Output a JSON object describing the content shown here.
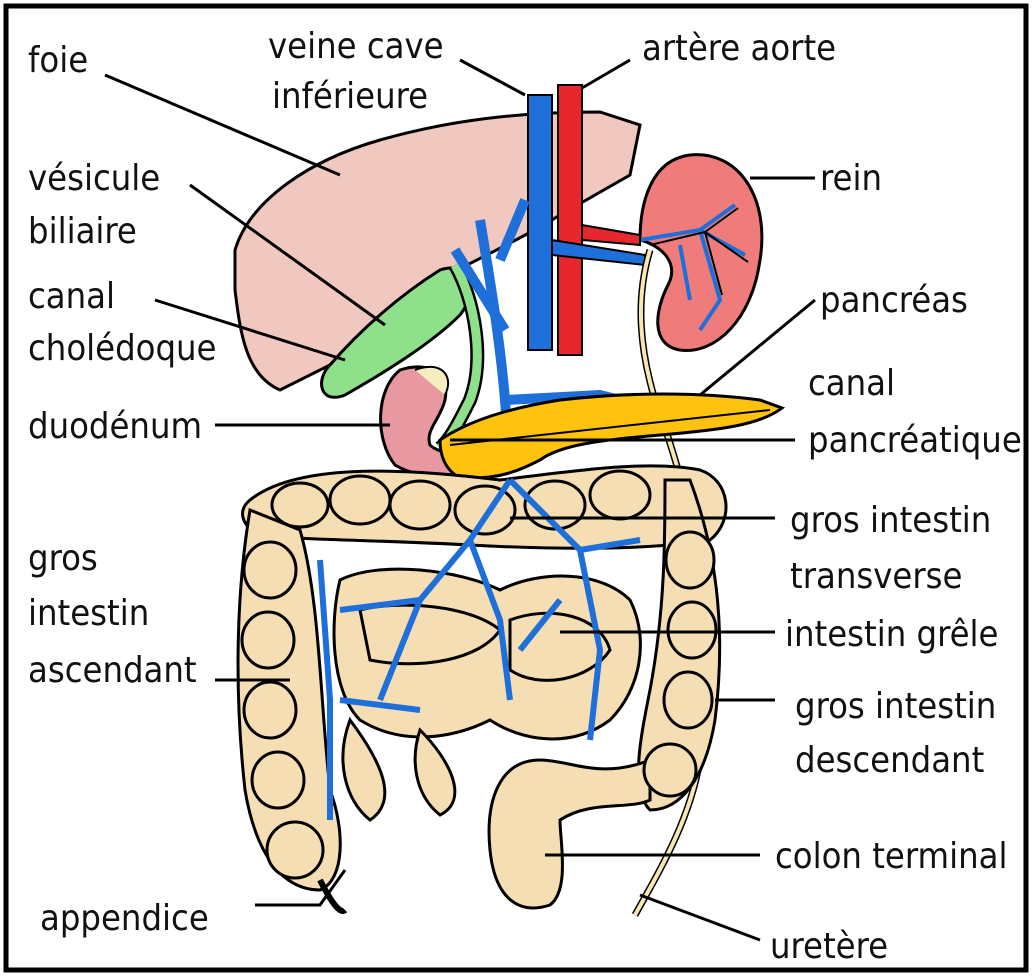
{
  "diagram": {
    "labels": {
      "foie": "foie",
      "veine_cave_1": "veine cave",
      "veine_cave_2": "inférieure",
      "artere_aorte": "artère aorte",
      "rein": "rein",
      "vesicule_1": "vésicule",
      "vesicule_2": "biliaire",
      "canal_chol_1": "canal",
      "canal_chol_2": "cholédoque",
      "pancreas": "pancréas",
      "canal_panc_1": "canal",
      "canal_panc_2": "pancréatique",
      "duodenum": "duodénum",
      "gros_trans_1": "gros intestin",
      "gros_trans_2": "transverse",
      "gros_asc_1": "gros",
      "gros_asc_2": "intestin",
      "gros_asc_3": "ascendant",
      "intestin_grele": "intestin grêle",
      "gros_desc_1": "gros intestin",
      "gros_desc_2": "descendant",
      "colon_terminal": "colon terminal",
      "appendice": "appendice",
      "uretere": "uretère"
    },
    "colors": {
      "liver": "#f0c8c0",
      "vein": "#1e6fd9",
      "artery": "#e8262e",
      "kidney": "#f07b7b",
      "gallbladder": "#8fe08a",
      "pancreas": "#ffc20e",
      "intestine": "#f5deb3",
      "duodenum": "#e898a0"
    }
  }
}
